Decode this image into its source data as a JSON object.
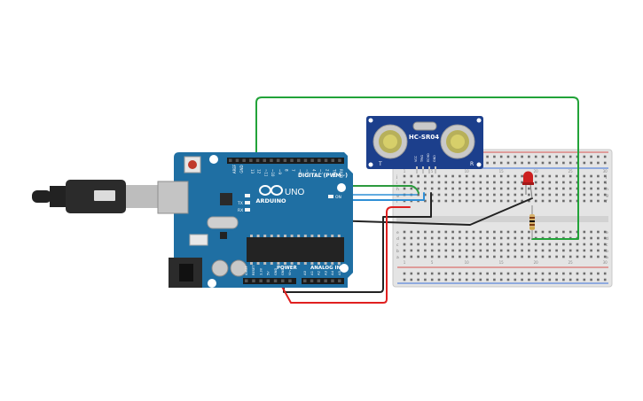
{
  "arduino": {
    "brand": "ARDUINO",
    "model": "UNO",
    "digital_header": "DIGITAL (PWM~)",
    "power_header": "POWER",
    "analog_header": "ANALOG IN",
    "led_on": "ON",
    "led_tx": "TX",
    "led_rx": "RX",
    "pin_aref": "AREF",
    "pin_gnd": "GND",
    "digital_pins": [
      "13",
      "12",
      "~11",
      "~10",
      "~9",
      "8",
      "7",
      "~6",
      "~5",
      "4",
      "~3",
      "2",
      "TX▸1",
      "RX◂0"
    ],
    "power_pins": [
      "IOREF",
      "RESET",
      "3.3V",
      "5V",
      "GND",
      "GND",
      "Vin"
    ],
    "analog_pins": [
      "A0",
      "A1",
      "A2",
      "A3",
      "A4",
      "A5"
    ],
    "board_color": "#1f6fa3"
  },
  "sensor": {
    "model": "HC-SR04",
    "pins": [
      "VCC",
      "TRIG",
      "ECHO",
      "GND"
    ],
    "mark_left": "T",
    "mark_right": "R",
    "board_color": "#1c3f8c"
  },
  "breadboard": {
    "row_letters_top": [
      "j",
      "i",
      "h",
      "g",
      "f"
    ],
    "row_letters_bottom": [
      "e",
      "d",
      "c",
      "b",
      "a"
    ],
    "columns": [
      "1",
      "5",
      "10",
      "15",
      "20",
      "25",
      "30"
    ]
  },
  "wire_colors": {
    "power": "#e02020",
    "ground": "#222222",
    "trig": "#22a339",
    "echo": "#2f8fd6",
    "led": "#2c9a3e"
  },
  "components": {
    "led_color": "#cc1f1f",
    "resistor_body": "#d6b26c"
  }
}
